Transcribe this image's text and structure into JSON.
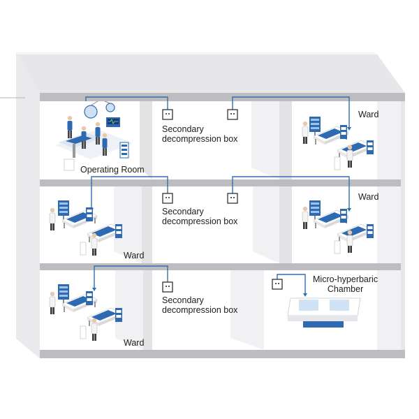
{
  "floors": [
    {
      "rooms": [
        {
          "id": "operating-room",
          "label": "Operating Room"
        },
        {
          "id": "secondary-decompression-box-1",
          "label": "Secondary\ndecompression box"
        },
        {
          "id": "ward-1",
          "label": "Ward"
        }
      ]
    },
    {
      "rooms": [
        {
          "id": "ward-2",
          "label": "Ward"
        },
        {
          "id": "secondary-decompression-box-2",
          "label": "Secondary\ndecompression box"
        },
        {
          "id": "ward-3",
          "label": "Ward"
        }
      ]
    },
    {
      "rooms": [
        {
          "id": "ward-4",
          "label": "Ward"
        },
        {
          "id": "secondary-decompression-box-3",
          "label": "Secondary\ndecompression box"
        },
        {
          "id": "micro-hyperbaric-chamber",
          "label": "Micro-hyperbaric\nChamber"
        }
      ]
    }
  ],
  "colors": {
    "pipe": "#2f6fb0",
    "equipment": "#2d6ab1",
    "wall_light": "#f1f1f3",
    "wall_mid": "#e3e3e6",
    "slab": "#bdbdc1",
    "outline": "#cfd0d4"
  },
  "icons": [
    "outlet-box-icon",
    "bed-icon",
    "patient-monitor-icon",
    "surgical-lamp-icon",
    "staff-figure-icon",
    "hyperbaric-chamber-icon"
  ]
}
